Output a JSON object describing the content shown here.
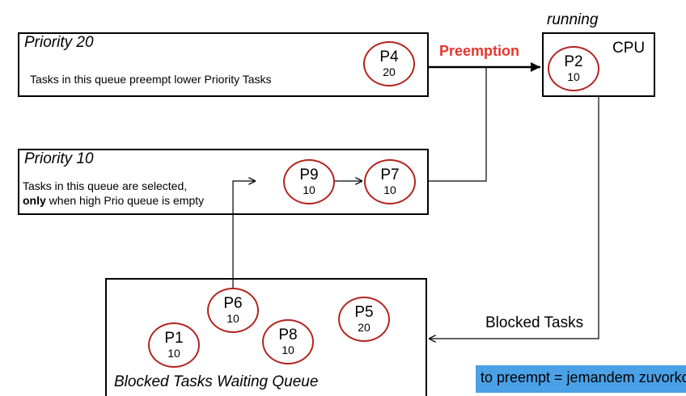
{
  "cpu": {
    "state_label": "running",
    "label": "CPU"
  },
  "queues": {
    "high": {
      "title": "Priority 20",
      "description": "Tasks in this queue preempt lower Priority Tasks"
    },
    "low": {
      "title": "Priority 10",
      "description_line1": "Tasks in this queue are selected,",
      "description_bold": "only",
      "description_line2_rest": " when high Prio queue is empty"
    },
    "blocked": {
      "title": "Blocked Tasks Waiting Queue"
    }
  },
  "arrows": {
    "preemption_label": "Preemption",
    "blocked_label": "Blocked Tasks"
  },
  "processes": {
    "p4": {
      "name": "P4",
      "priority": "20"
    },
    "p2": {
      "name": "P2",
      "priority": "10"
    },
    "p9": {
      "name": "P9",
      "priority": "10"
    },
    "p7": {
      "name": "P7",
      "priority": "10"
    },
    "p6": {
      "name": "P6",
      "priority": "10"
    },
    "p5": {
      "name": "P5",
      "priority": "20"
    },
    "p1": {
      "name": "P1",
      "priority": "10"
    },
    "p8": {
      "name": "P8",
      "priority": "10"
    }
  },
  "note": "to preempt = jemandem zuvorkommen",
  "colors": {
    "accent_red": "#e8362b",
    "process_border": "#b3241f",
    "note_bg": "#4aa1e6"
  }
}
